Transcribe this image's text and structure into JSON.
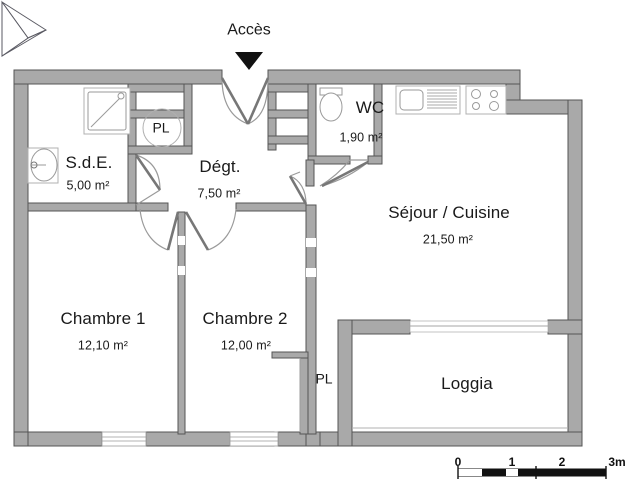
{
  "document": {
    "type": "floor-plan",
    "language": "fr"
  },
  "annotations": {
    "entry_label": "Accès",
    "entry_marker": "down-chevron-arrow",
    "north_marker": "compass-north-star"
  },
  "rooms": [
    {
      "key": "sde",
      "name": "S.d.E.",
      "area": "5,00 m²"
    },
    {
      "key": "degt",
      "name": "Dégt.",
      "area": "7,50 m²"
    },
    {
      "key": "wc",
      "name": "WC",
      "area": "1,90 m²"
    },
    {
      "key": "sejour",
      "name": "Séjour / Cuisine",
      "area": "21,50 m²"
    },
    {
      "key": "ch1",
      "name": "Chambre 1",
      "area": "12,10 m²"
    },
    {
      "key": "ch2",
      "name": "Chambre 2",
      "area": "12,00 m²"
    },
    {
      "key": "loggia",
      "name": "Loggia",
      "area": ""
    }
  ],
  "closets": [
    {
      "key": "pl-degt",
      "label": "PL"
    },
    {
      "key": "pl-ch2",
      "label": "PL"
    }
  ],
  "fixtures": [
    {
      "key": "shower",
      "name": "shower-fixture"
    },
    {
      "key": "washbasin",
      "name": "washbasin-fixture"
    },
    {
      "key": "toilet",
      "name": "toilet-fixture"
    },
    {
      "key": "sink",
      "name": "kitchen-sink-fixture"
    },
    {
      "key": "cooktop",
      "name": "cooktop-fixture"
    }
  ],
  "scale_bar": {
    "unit_suffix": "m",
    "ticks": [
      "0",
      "1",
      "2",
      "3m"
    ]
  },
  "colors": {
    "wall_fill": "#a9a9a9",
    "wall_stroke": "#555555",
    "thin_wall": "#777777",
    "text": "#1a1a1a",
    "background": "#ffffff"
  }
}
